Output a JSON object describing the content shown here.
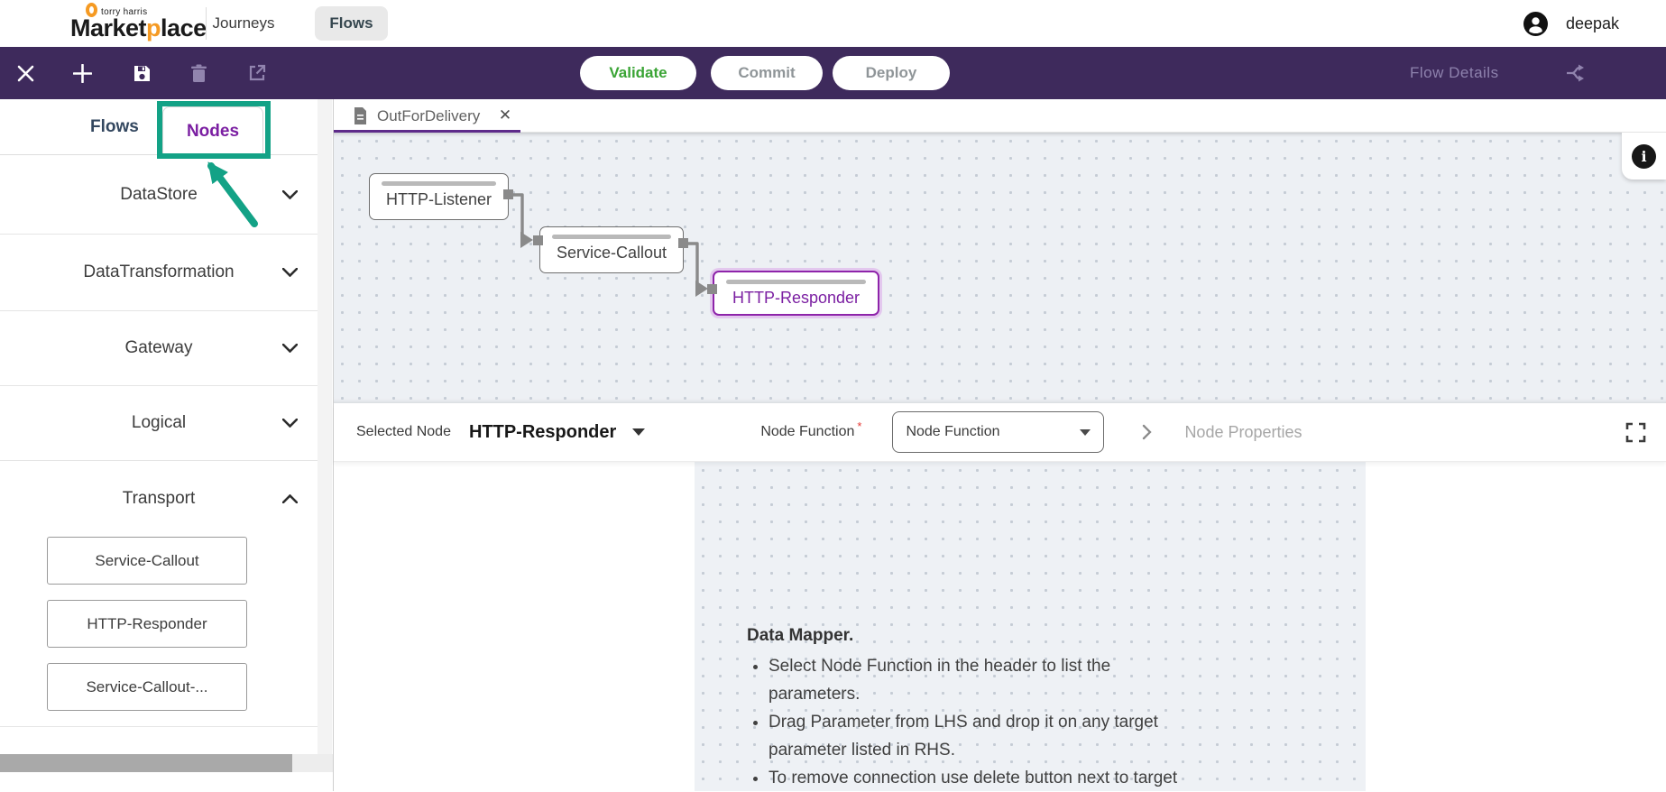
{
  "brand": {
    "tagline": "torry harris",
    "name_pre": "Market",
    "name_accent": "p",
    "name_post": "lace"
  },
  "header": {
    "nav": [
      {
        "label": "Journeys",
        "active": false
      },
      {
        "label": "Flows",
        "active": true
      }
    ],
    "user_name": "deepak"
  },
  "toolbar": {
    "validate_label": "Validate",
    "commit_label": "Commit",
    "deploy_label": "Deploy",
    "flow_details_label": "Flow Details"
  },
  "sidebar": {
    "tabs": [
      {
        "label": "Flows",
        "active": false
      },
      {
        "label": "Nodes",
        "active": true
      }
    ],
    "categories": [
      {
        "label": "DataStore",
        "expanded": false
      },
      {
        "label": "DataTransformation",
        "expanded": false
      },
      {
        "label": "Gateway",
        "expanded": false
      },
      {
        "label": "Logical",
        "expanded": false
      },
      {
        "label": "Transport",
        "expanded": true
      }
    ],
    "transport_nodes": [
      "Service-Callout",
      "HTTP-Responder",
      "Service-Callout-..."
    ]
  },
  "flow_tab": {
    "title": "OutForDelivery"
  },
  "canvas": {
    "nodes": [
      {
        "label": "HTTP-Listener",
        "selected": false
      },
      {
        "label": "Service-Callout",
        "selected": false
      },
      {
        "label": "HTTP-Responder",
        "selected": true
      }
    ]
  },
  "node_panel": {
    "selected_node_label": "Selected Node",
    "selected_node_value": "HTTP-Responder",
    "node_function_label": "Node Function",
    "node_function_value": "Node Function",
    "required_marker": "*",
    "node_properties_label": "Node Properties"
  },
  "data_mapper": {
    "title": "Data Mapper.",
    "bullets": [
      "Select Node Function in the header to list the\nparameters.",
      "Drag Parameter from LHS and drop it on any target\nparameter listed in RHS.",
      "To remove connection use delete button next to target"
    ]
  },
  "icons": {
    "close": "close-icon",
    "add": "plus-icon",
    "save": "floppy-icon",
    "delete": "trash-icon",
    "open_new": "open-in-new-icon",
    "route": "route-icon",
    "user": "user-avatar-icon",
    "info": "info-icon",
    "fullscreen": "fullscreen-icon",
    "document": "document-icon"
  },
  "colors": {
    "toolbar_purple": "#3e2a5c",
    "accent_purple": "#7b1fa2",
    "tab_underline_purple": "#5e2b8a",
    "annotation_green": "#13a286",
    "validate_green": "#3aa435",
    "canvas_bg": "#edf0f4",
    "logo_orange": "#f59a23"
  }
}
